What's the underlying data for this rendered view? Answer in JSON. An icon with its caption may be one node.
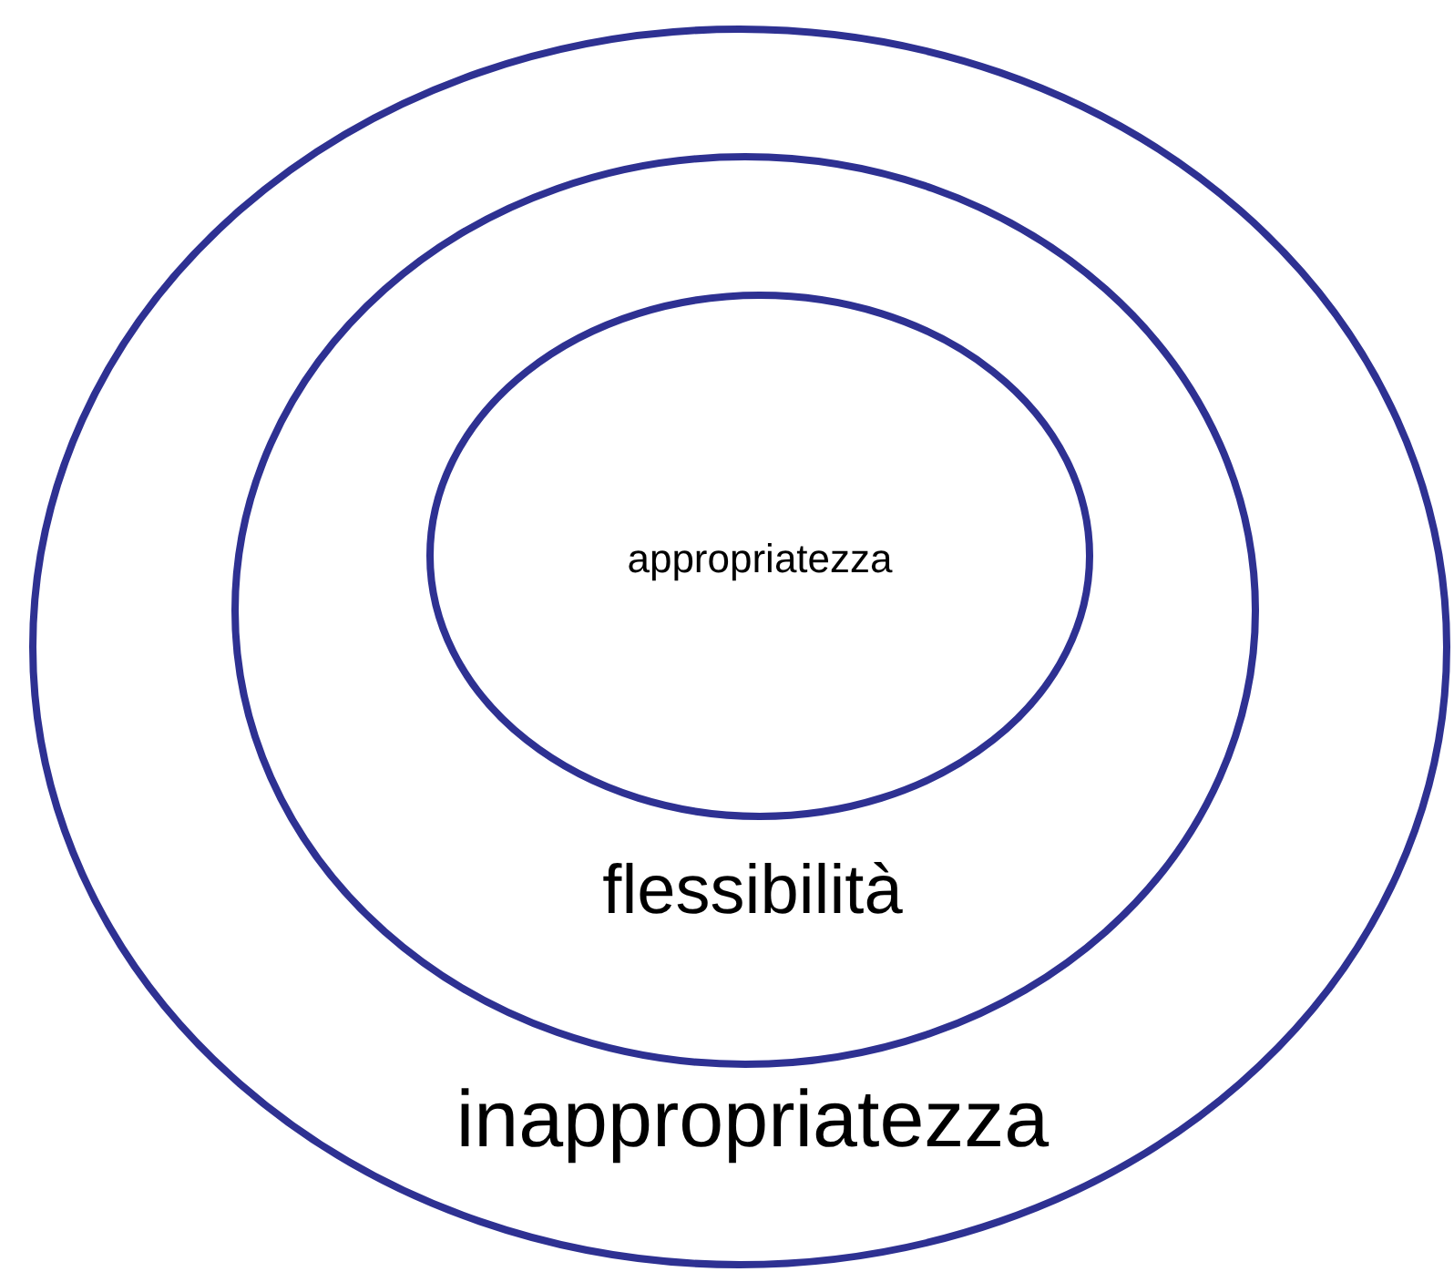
{
  "diagram": {
    "nodes": [
      {
        "text": [
          "inappropriatezza"
        ]
      },
      {
        "text": [
          "flessibilità"
        ],
        "in": 0
      },
      {
        "text": [
          "appropriatezza"
        ],
        "in": 1
      }
    ]
  }
}
